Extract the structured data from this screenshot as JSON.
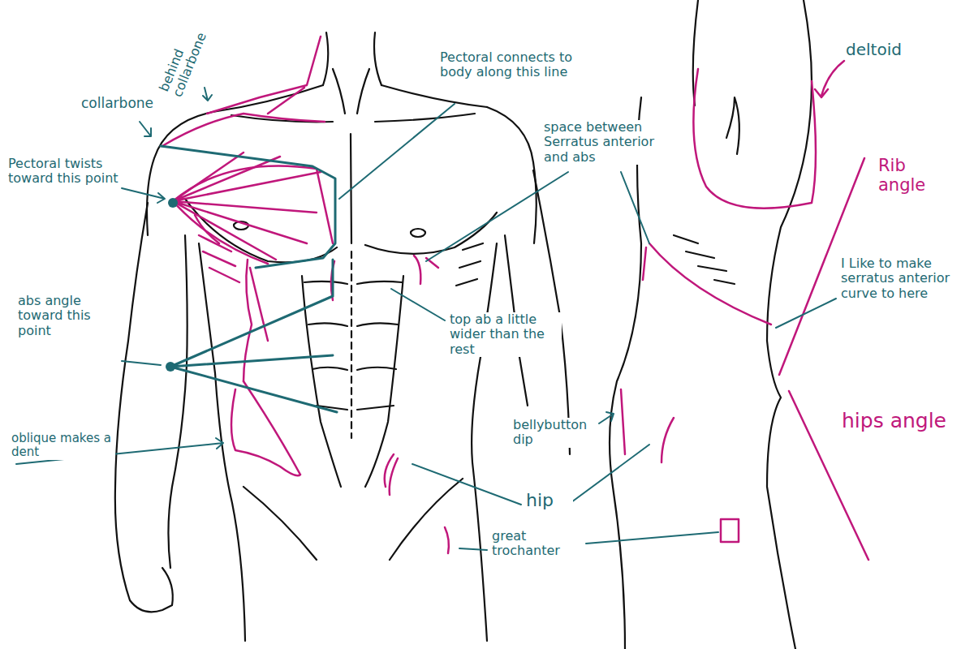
{
  "diagram": {
    "labels": [
      "behind collarbone",
      "collarbone",
      "Pectoral twists toward this point",
      "Pectoral connects to body along this line",
      "space between Serratus anterior and abs",
      "deltoid",
      "Rib angle",
      "abs angle toward this point",
      "top ab a little wider than the rest",
      "I Like to make serratus anterior curve to here",
      "oblique makes a dent",
      "bellybutton dip",
      "hips angle",
      "hip",
      "great trochanter"
    ]
  }
}
